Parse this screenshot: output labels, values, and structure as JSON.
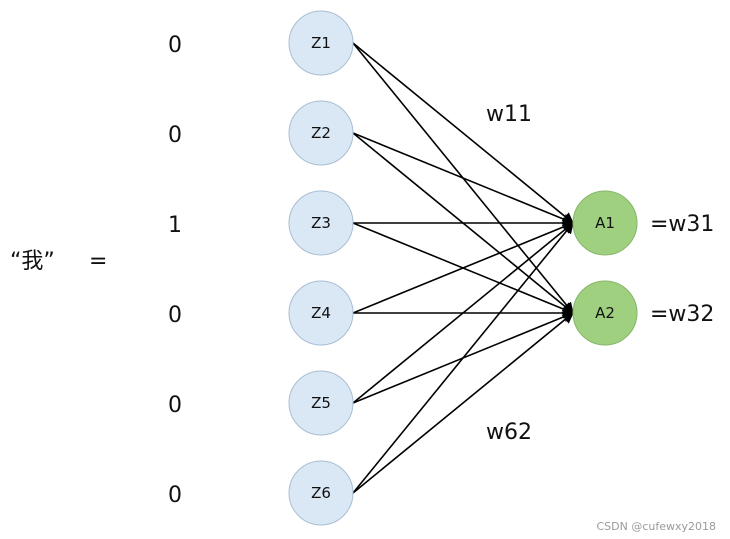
{
  "word_label": "“我”",
  "equals_sign": "=",
  "input_vector": [
    "0",
    "0",
    "1",
    "0",
    "0",
    "0"
  ],
  "input_nodes": [
    "Z1",
    "Z2",
    "Z3",
    "Z4",
    "Z5",
    "Z6"
  ],
  "output_nodes": [
    "A1",
    "A2"
  ],
  "output_weights": [
    "=w31",
    "=w32"
  ],
  "edge_labels": {
    "top": "w11",
    "bottom": "w62"
  },
  "watermark": "CSDN @cufewxy2018",
  "colors": {
    "input_fill": "#dae8f6",
    "input_stroke": "#a9bdd3",
    "output_fill": "#9fd080",
    "output_stroke": "#87b66c",
    "edge": "#000000"
  }
}
